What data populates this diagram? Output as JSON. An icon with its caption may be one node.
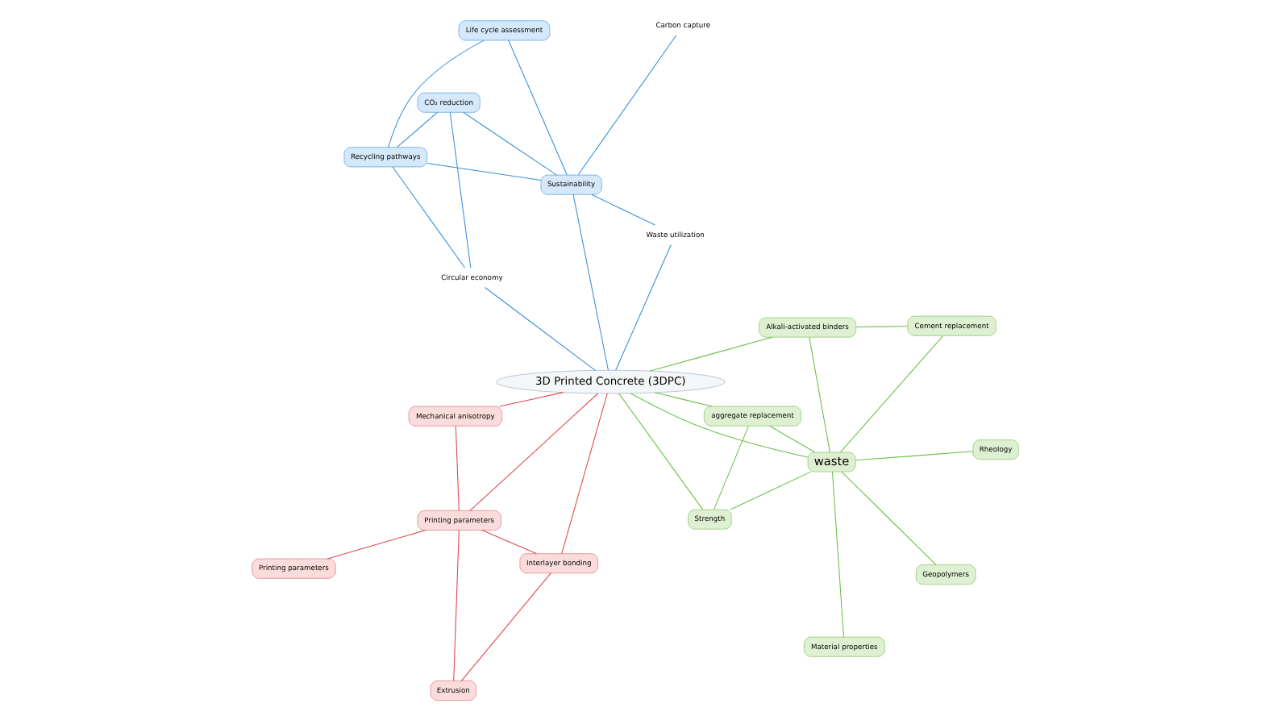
{
  "diagram": {
    "nodes": [
      {
        "text": [
          "3D Printed Concrete (3DPC)"
        ]
      },
      {
        "text": [
          "Cement replacement"
        ]
      },
      {
        "text": [
          "Geopolymers"
        ]
      },
      {
        "text": [
          "Alkali-activated binders"
        ]
      },
      {
        "text": [
          "Rheology"
        ]
      },
      {
        "text": [
          "waste"
        ]
      },
      {
        "text": [
          "Material properties"
        ]
      },
      {
        "text": [
          "aggregate replacement"
        ]
      },
      {
        "text": [
          "Strength"
        ]
      },
      {
        "text": [
          "Extrusion"
        ]
      },
      {
        "text": [
          "Interlayer bonding"
        ]
      },
      {
        "text": [
          "Printing parameters"
        ]
      },
      {
        "text": [
          "Printing parameters"
        ]
      },
      {
        "text": [
          "Mechanical anisotropy"
        ]
      },
      {
        "text": [
          "Waste utilization"
        ]
      },
      {
        "text": [
          "Sustainability"
        ]
      },
      {
        "text": [
          "CO₂ reduction"
        ]
      },
      {
        "text": [
          "Carbon capture"
        ]
      },
      {
        "text": [
          "Life cycle assessment"
        ]
      },
      {
        "text": [
          "Circular economy"
        ]
      },
      {
        "text": [
          "Recycling pathways"
        ]
      }
    ],
    "edges": [
      {
        "from": 0,
        "to": 5,
        "arrow": "none",
        "color": "#6cc04a"
      },
      {
        "from": 0,
        "to": 3,
        "arrow": "none",
        "color": "#6cc04a"
      },
      {
        "from": 0,
        "to": 7,
        "arrow": "none",
        "color": "#6cc04a"
      },
      {
        "from": 0,
        "to": 8,
        "arrow": "none",
        "color": "#6cc04a"
      },
      {
        "from": 0,
        "to": 12,
        "arrow": "none",
        "color": "#e0474c"
      },
      {
        "from": 0,
        "to": 10,
        "arrow": "none",
        "color": "#e0474c"
      },
      {
        "from": 0,
        "to": 13,
        "arrow": "none",
        "color": "#e0474c"
      },
      {
        "from": 0,
        "to": 14,
        "arrow": "none",
        "color": "#3a8fd9"
      },
      {
        "from": 0,
        "to": 15,
        "arrow": "none",
        "color": "#3a8fd9"
      },
      {
        "from": 0,
        "to": 19,
        "arrow": "none",
        "color": "#3a8fd9"
      },
      {
        "from": 5,
        "to": 1,
        "arrow": "none",
        "color": "#6cc04a"
      },
      {
        "from": 5,
        "to": 2,
        "arrow": "none",
        "color": "#6cc04a"
      },
      {
        "from": 5,
        "to": 3,
        "arrow": "none",
        "color": "#6cc04a"
      },
      {
        "from": 5,
        "to": 4,
        "arrow": "none",
        "color": "#6cc04a"
      },
      {
        "from": 5,
        "to": 6,
        "arrow": "none",
        "color": "#6cc04a"
      },
      {
        "from": 5,
        "to": 7,
        "arrow": "none",
        "color": "#6cc04a"
      },
      {
        "from": 5,
        "to": 8,
        "arrow": "none",
        "color": "#6cc04a"
      },
      {
        "from": 1,
        "to": 3,
        "arrow": "none",
        "color": "#6cc04a"
      },
      {
        "from": 7,
        "to": 8,
        "arrow": "none",
        "color": "#6cc04a"
      },
      {
        "from": 12,
        "to": 9,
        "arrow": "none",
        "color": "#e0474c"
      },
      {
        "from": 12,
        "to": 10,
        "arrow": "none",
        "color": "#e0474c"
      },
      {
        "from": 12,
        "to": 11,
        "arrow": "none",
        "color": "#e0474c"
      },
      {
        "from": 12,
        "to": 13,
        "arrow": "none",
        "color": "#e0474c"
      },
      {
        "from": 9,
        "to": 10,
        "arrow": "none",
        "color": "#e0474c"
      },
      {
        "from": 15,
        "to": 14,
        "arrow": "none",
        "color": "#3a8fd9"
      },
      {
        "from": 15,
        "to": 16,
        "arrow": "none",
        "color": "#3a8fd9"
      },
      {
        "from": 15,
        "to": 17,
        "arrow": "none",
        "color": "#3a8fd9"
      },
      {
        "from": 15,
        "to": 18,
        "arrow": "none",
        "color": "#3a8fd9"
      },
      {
        "from": 15,
        "to": 20,
        "arrow": "none",
        "color": "#3a8fd9"
      },
      {
        "from": 16,
        "to": 19,
        "arrow": "none",
        "color": "#3a8fd9"
      },
      {
        "from": 16,
        "to": 20,
        "arrow": "none",
        "color": "#3a8fd9"
      },
      {
        "from": 18,
        "to": 20,
        "arrow": "none",
        "color": "#3a8fd9"
      },
      {
        "from": 19,
        "to": 20,
        "arrow": "none",
        "color": "#3a8fd9"
      }
    ]
  }
}
